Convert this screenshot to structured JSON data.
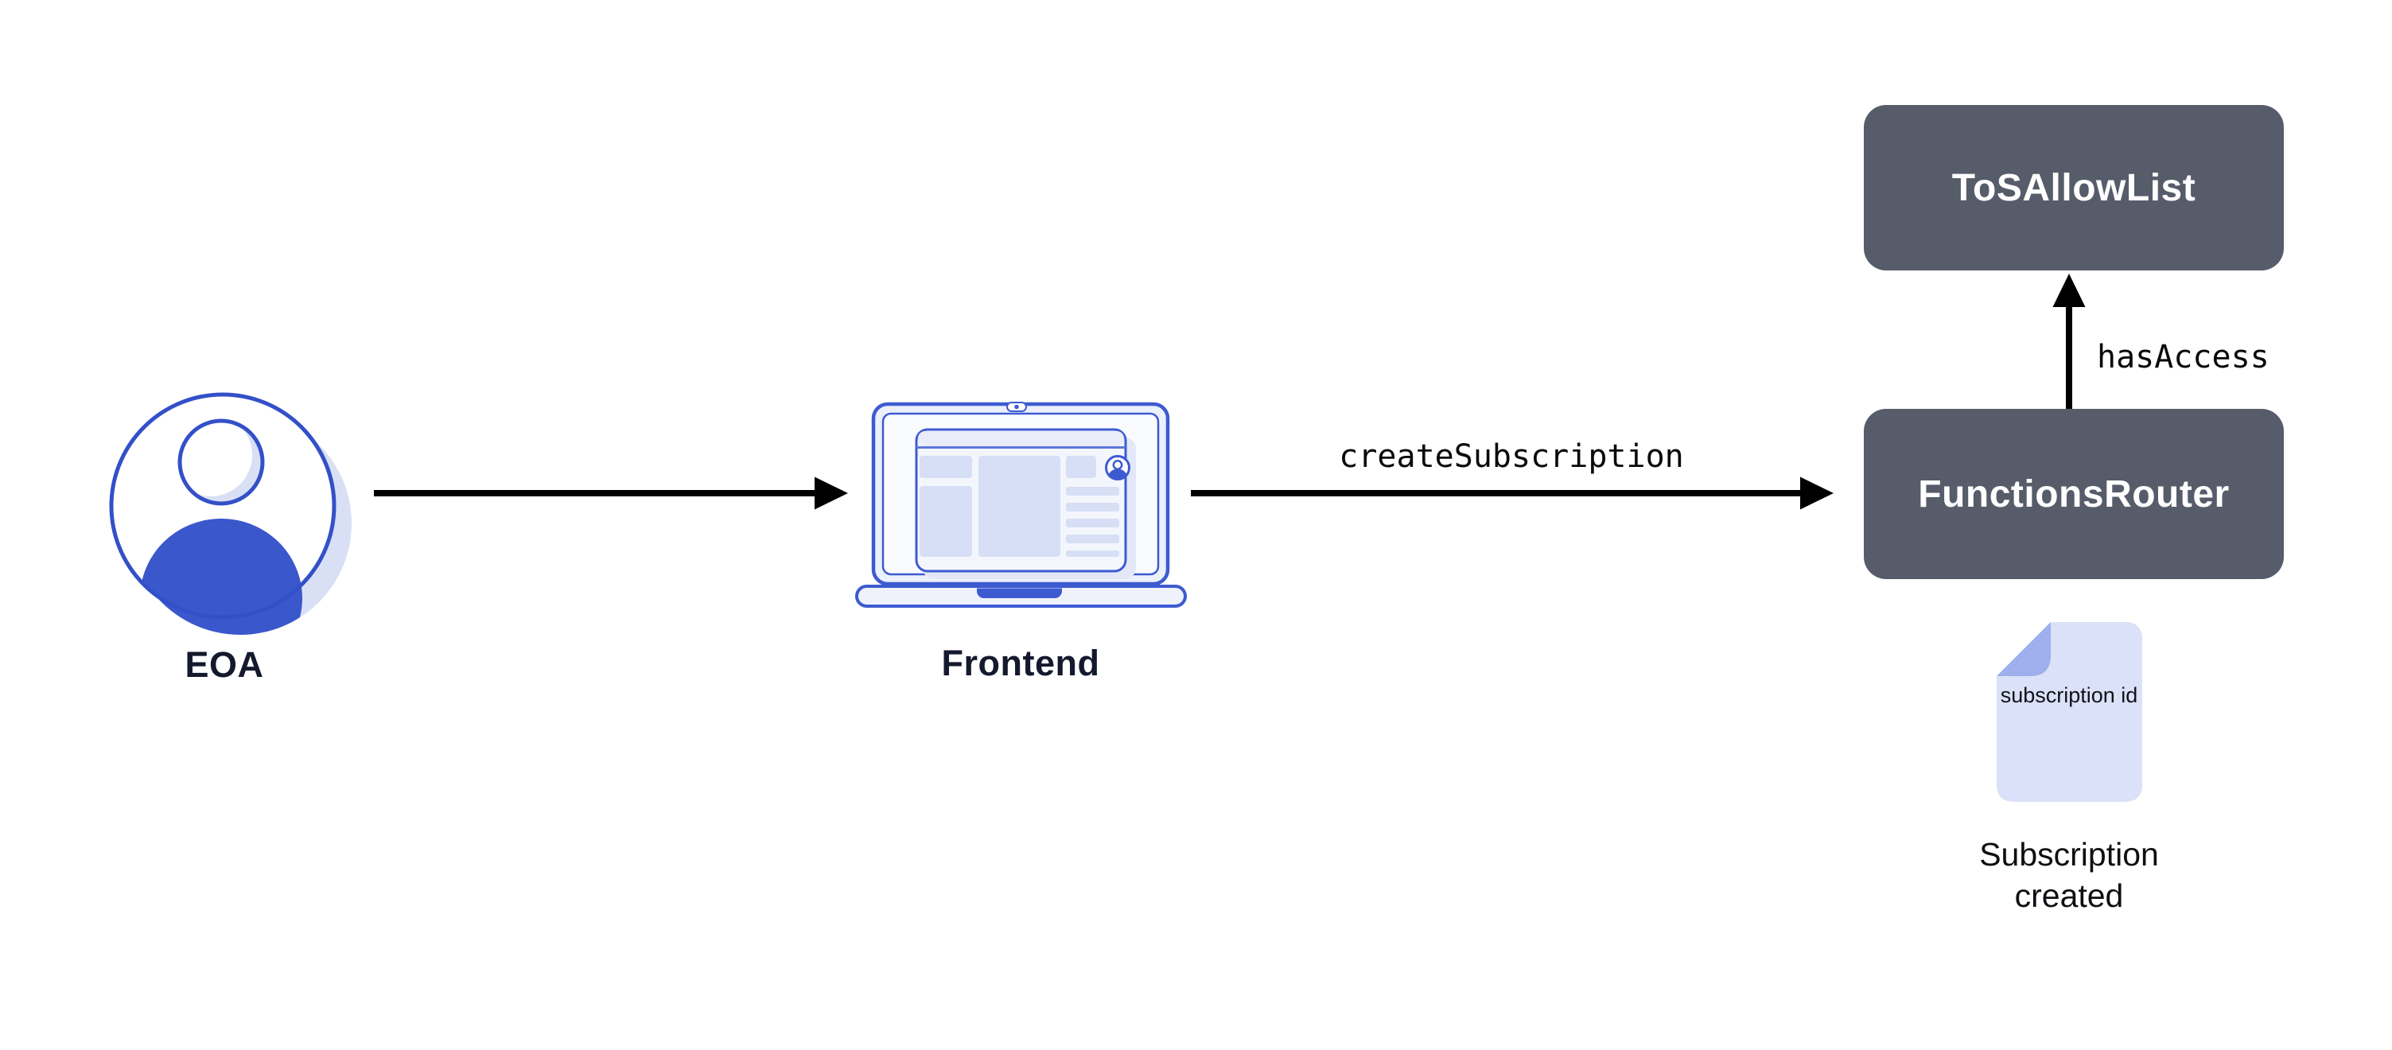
{
  "nodes": {
    "eoa": {
      "label": "EOA"
    },
    "frontend": {
      "label": "Frontend"
    },
    "tos_allow_list": {
      "label": "ToSAllowList"
    },
    "functions_router": {
      "label": "FunctionsRouter"
    },
    "subscription_doc": {
      "text": "subscription id"
    },
    "subscription_created": {
      "caption": "Subscription created"
    }
  },
  "edges": [
    {
      "from": "EOA",
      "to": "Frontend",
      "label": ""
    },
    {
      "from": "Frontend",
      "to": "FunctionsRouter",
      "label": "createSubscription"
    },
    {
      "from": "FunctionsRouter",
      "to": "ToSAllowList",
      "label": "hasAccess"
    }
  ],
  "colors": {
    "background": "#FFFFFF",
    "contract_box_bg": "#565C69",
    "contract_box_text": "#FFFFFF",
    "accent_blue": "#3A57CC",
    "outline_blue": "#3D5BD1",
    "light_blue_fill": "#D9E0F5",
    "doc_body": "#DAE1F8",
    "doc_fold": "#9FAEEC",
    "label_text": "#14192E",
    "arrow": "#000000"
  }
}
